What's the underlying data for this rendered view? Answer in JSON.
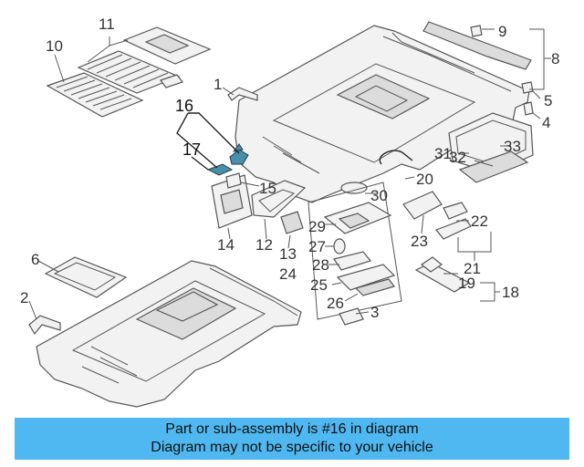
{
  "callouts": {
    "c1": "1",
    "c2": "2",
    "c3": "3",
    "c4": "4",
    "c5": "5",
    "c6": "6",
    "c8": "8",
    "c9": "9",
    "c10": "10",
    "c11": "11",
    "c12": "12",
    "c13": "13",
    "c14": "14",
    "c15": "15",
    "c16": "16",
    "c17": "17",
    "c18": "18",
    "c19": "19",
    "c20": "20",
    "c21": "21",
    "c22": "22",
    "c23": "23",
    "c24": "24",
    "c25": "25",
    "c26": "26",
    "c27": "27",
    "c28": "28",
    "c29": "29",
    "c30": "30",
    "c31": "31",
    "c32": "32",
    "c33": "33"
  },
  "highlight_color": "#4a8fa8",
  "banner": {
    "line1": "Part or sub-assembly is #16 in diagram",
    "line2": "Diagram may not be specific to your vehicle",
    "color": "#4fb8f0"
  }
}
